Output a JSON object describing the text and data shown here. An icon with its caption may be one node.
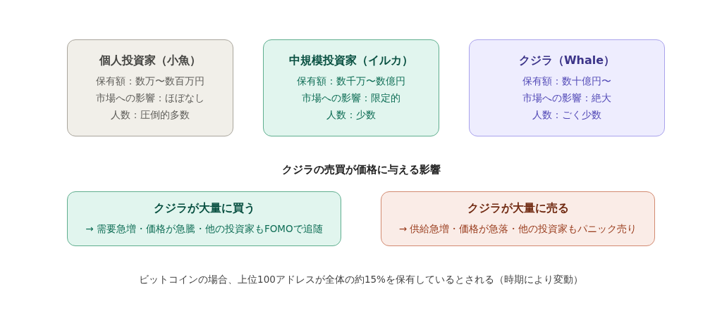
{
  "diagram": {
    "nodes": [
      {
        "text": [
          "個人投資家（小魚）",
          "保有額：数万〜数百万円",
          "市場への影響：ほぼなし",
          "人数：圧倒的多数"
        ]
      },
      {
        "text": [
          "中規模投資家（イルカ）",
          "保有額：数千万〜数億円",
          "市場への影響：限定的",
          "人数：少数"
        ]
      },
      {
        "text": [
          "クジラ（Whale）",
          "保有額：数十億円〜",
          "市場への影響：絶大",
          "人数：ごく少数"
        ]
      },
      {
        "text": [
          "クジラが大量に買う",
          "→ 需要急増・価格が急騰・他の投資家もFOMOで追随"
        ]
      },
      {
        "text": [
          "クジラが大量に売る",
          "→ 供給急増・価格が急落・他の投資家もパニック売り"
        ]
      }
    ],
    "edges": [],
    "labels": [
      "クジラの売買が価格に与える影響",
      "ビットコインの場合、上位100アドレスが全体の約15%を保有しているとされる（時期により変動）"
    ]
  }
}
